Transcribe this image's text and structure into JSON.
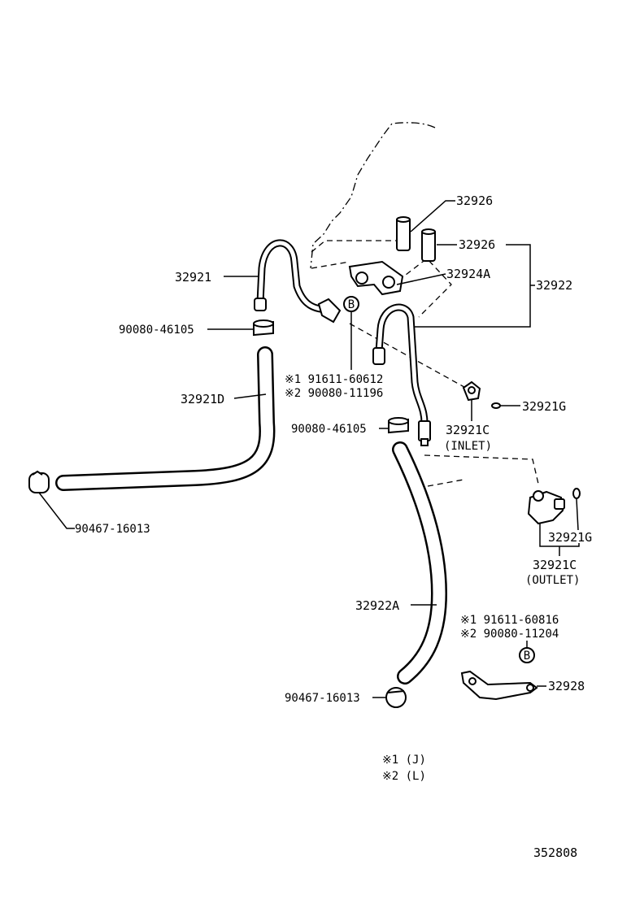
{
  "labels": {
    "p32926_top": "32926",
    "p32926_mid": "32926",
    "p32924A": "32924A",
    "p32922": "32922",
    "p32921": "32921",
    "clamp_upper": "90080-46105",
    "note1_upper": "※1 91611-60612",
    "note2_upper": "※2 90080-11196",
    "p32921D": "32921D",
    "p32921G_upper": "32921G",
    "clamp_mid": "90080-46105",
    "p32921C_inlet": "32921C",
    "inlet": "(INLET)",
    "clip_left": "90467-16013",
    "p32921G_lower": "32921G",
    "p32921C_outlet": "32921C",
    "outlet": "(OUTLET)",
    "p32922A": "32922A",
    "note1_lower": "※1 91611-60816",
    "note2_lower": "※2 90080-11204",
    "p32928": "32928",
    "clip_bottom": "90467-16013",
    "legend1": "※1 (J)",
    "legend2": "※2 (L)",
    "illustration_no": "352808",
    "bolt_marker_upper": "B",
    "bolt_marker_lower": "B"
  }
}
